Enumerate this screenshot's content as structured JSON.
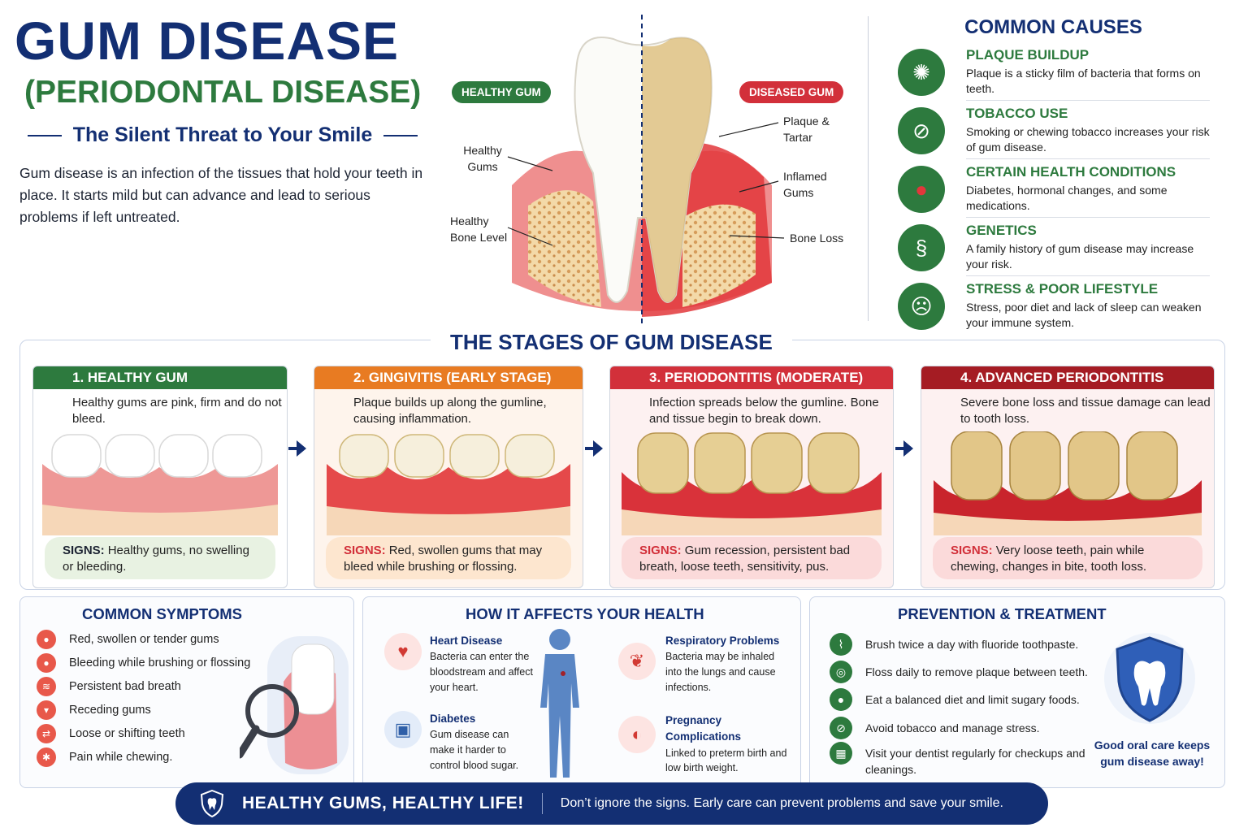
{
  "header": {
    "title": "GUM DISEASE",
    "subtitle": "(PERIODONTAL DISEASE)",
    "tagline": "The Silent Threat to Your Smile",
    "intro": "Gum disease is an infection of the tissues that hold your teeth in place. It starts mild but can advance and lead to serious problems if left untreated."
  },
  "diagram": {
    "healthy_pill": "HEALTHY GUM",
    "diseased_pill": "DISEASED GUM",
    "labels": {
      "healthy_gums": "Healthy Gums",
      "healthy_bone": "Healthy Bone Level",
      "plaque": "Plaque & Tartar",
      "inflamed": "Inflamed Gums",
      "bone_loss": "Bone Loss"
    }
  },
  "causes": {
    "title": "COMMON CAUSES",
    "items": [
      {
        "title": "PLAQUE BUILDUP",
        "desc": "Plaque is a sticky film of bacteria that forms on teeth.",
        "icon": "bacteria-icon"
      },
      {
        "title": "TOBACCO USE",
        "desc": "Smoking or chewing tobacco increases your risk of gum disease.",
        "icon": "cigarette-icon"
      },
      {
        "title": "CERTAIN HEALTH CONDITIONS",
        "desc": "Diabetes, hormonal changes, and some medications.",
        "icon": "blood-drop-icon"
      },
      {
        "title": "GENETICS",
        "desc": "A family history of gum disease may increase your risk.",
        "icon": "dna-icon"
      },
      {
        "title": "STRESS & POOR LIFESTYLE",
        "desc": "Stress, poor diet and lack of sleep can weaken your immune system.",
        "icon": "stressed-person-icon"
      }
    ]
  },
  "stages": {
    "title": "THE STAGES OF GUM DISEASE",
    "items": [
      {
        "title": "1. HEALTHY GUM",
        "desc": "Healthy gums are pink, firm and do not bleed.",
        "signs_label": "SIGNS:",
        "signs": "Healthy gums, no swelling or bleeding."
      },
      {
        "title": "2. GINGIVITIS (EARLY STAGE)",
        "desc": "Plaque builds up along the gumline, causing inflammation.",
        "signs_label": "SIGNS:",
        "signs": "Red, swollen gums that may bleed while brushing or flossing."
      },
      {
        "title": "3. PERIODONTITIS (MODERATE)",
        "desc": "Infection spreads below the gumline. Bone and tissue begin to break down.",
        "signs_label": "SIGNS:",
        "signs": "Gum recession, persistent bad breath, loose teeth, sensitivity, pus."
      },
      {
        "title": "4. ADVANCED PERIODONTITIS",
        "desc": "Severe bone loss and tissue damage can lead to tooth loss.",
        "signs_label": "SIGNS:",
        "signs": "Very loose teeth, pain while chewing, changes in bite, tooth loss."
      }
    ]
  },
  "symptoms": {
    "title": "COMMON SYMPTOMS",
    "items": [
      "Red, swollen or tender gums",
      "Bleeding while brushing or flossing",
      "Persistent bad breath",
      "Receding gums",
      "Loose or shifting teeth",
      "Pain while chewing."
    ]
  },
  "health": {
    "title": "HOW IT AFFECTS YOUR HEALTH",
    "items": [
      {
        "title": "Heart Disease",
        "desc": "Bacteria can enter the bloodstream and affect your heart."
      },
      {
        "title": "Diabetes",
        "desc": "Gum disease can make it harder to control blood sugar."
      },
      {
        "title": "Respiratory Problems",
        "desc": "Bacteria may be inhaled into the lungs and cause infections."
      },
      {
        "title": "Pregnancy Complications",
        "desc": "Linked to preterm birth and low birth weight."
      }
    ]
  },
  "prevention": {
    "title": "PREVENTION & TREATMENT",
    "items": [
      "Brush twice a day with fluoride toothpaste.",
      "Floss daily to remove plaque between teeth.",
      "Eat a balanced diet and limit sugary foods.",
      "Avoid tobacco and manage stress.",
      "Visit your dentist regularly for checkups and cleanings."
    ],
    "badge_text": "Good oral care keeps gum disease away!"
  },
  "banner": {
    "headline": "HEALTHY GUMS, HEALTHY LIFE!",
    "message": "Don’t ignore the signs. Early care can prevent problems and save your smile."
  },
  "colors": {
    "navy": "#132f73",
    "green": "#2d7a3e",
    "orange": "#e87b22",
    "red": "#d2303a",
    "dark_red": "#a51c23"
  }
}
